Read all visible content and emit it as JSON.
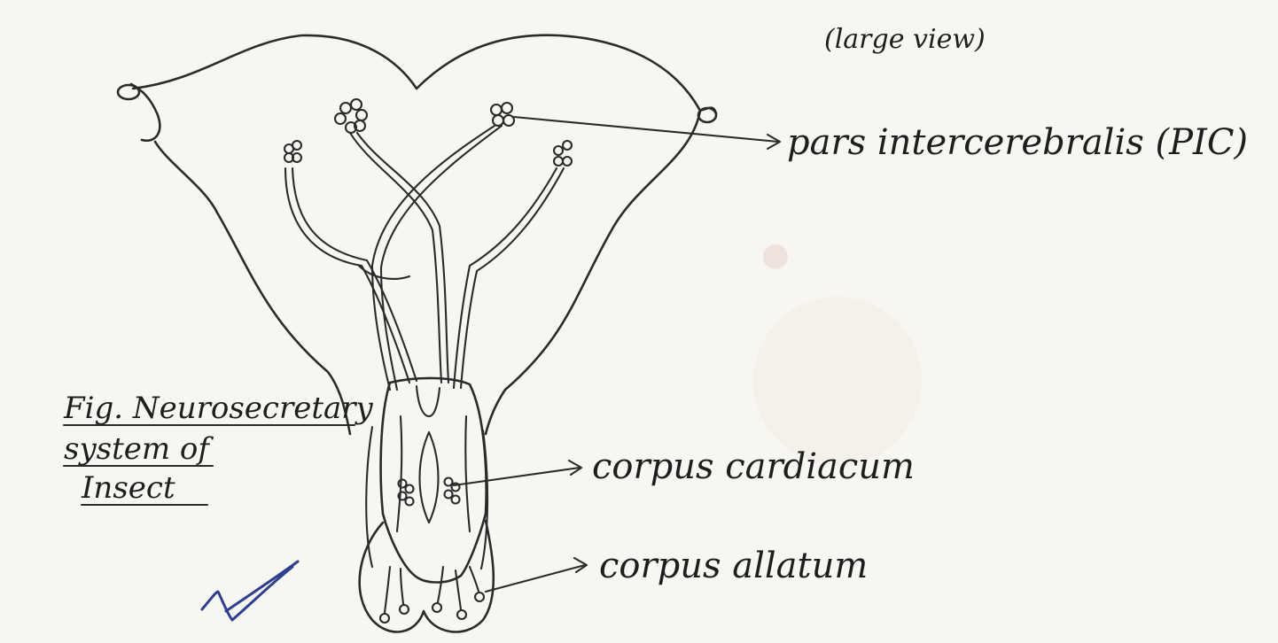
{
  "header": {
    "visible_fragment": "(large view)"
  },
  "labels": {
    "pars_intercerebralis": "pars intercerebralis (PIC)",
    "corpus_cardiacum": "corpus cardiacum",
    "corpus_allatum": "corpus allatum"
  },
  "caption": {
    "line1": "Fig. Neurosecretary",
    "line2": "system of",
    "line3": "Insect"
  },
  "marks": {
    "check_icon": "checkmark-icon"
  },
  "colors": {
    "ink": "#2b2b2b",
    "paper": "#f7f6f3"
  }
}
